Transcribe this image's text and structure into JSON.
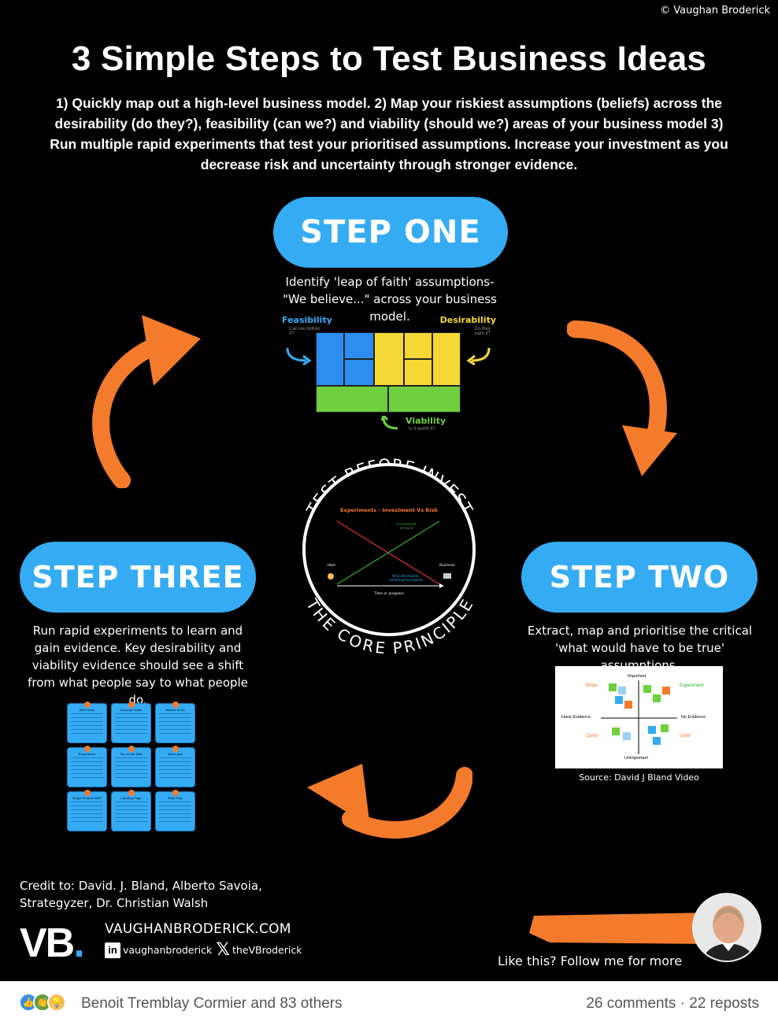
{
  "copyright": "© Vaughan Broderick",
  "title": "3 Simple Steps to Test Business Ideas",
  "subtitle": "1) Quickly map out a high-level business model. 2) Map your riskiest assumptions (beliefs) across the desirability (do they?), feasibility (can we?) and viability (should we?) areas of your business model 3) Run multiple rapid experiments that test your prioritised assumptions. Increase your investment as you decrease risk and uncertainty through stronger evidence.",
  "step_one": {
    "label": "STEP ONE",
    "desc": "Identify 'leap of faith' assumptions- \"We believe...\" across your business model.",
    "feasibility": "Feasibility",
    "feasibility_sub": "Can we deliver it?",
    "desirability": "Desirability",
    "desirability_sub": "Do they want it?",
    "viability": "Viability",
    "viability_sub": "Is it worth it?"
  },
  "circle": {
    "top_text": "TEST BEFORE INVEST",
    "bottom_text": "THE CORE PRINCIPLE",
    "chart_title": "Experiments - Investment Vs Risk",
    "investment_label": "Investment amount",
    "risk_label": "Risk decreases, certainty increases",
    "idea_label": "Idea",
    "business_label": "Business",
    "x_label": "Time or progress"
  },
  "step_three": {
    "label": "STEP THREE",
    "desc": "Run rapid experiments to learn and gain evidence. Key desirability and viability evidence should see a shift from what people say to what people do.",
    "cards": [
      "Interviews",
      "Concept Video",
      "Wizard of Oz",
      "Experiment",
      "Fly on the Wall",
      "Mash-ups",
      "Single Feature MVP",
      "Landing Page",
      "Role Play"
    ]
  },
  "step_two": {
    "label": "STEP TWO",
    "desc": "Extract, map and prioritise the critical 'what would have to be true' assumptions.",
    "matrix": {
      "important": "Important",
      "unimportant": "Unimportant",
      "have_evidence": "Have Evidence",
      "no_evidence": "No Evidence",
      "share": "Share",
      "experiment": "Experiment",
      "defer_left": "Defer",
      "defer_right": "Defer"
    },
    "source": "Source: David J Bland Video"
  },
  "credit": [
    "Credit to: David. J. Bland, Alberto Savoia,",
    "Strategyzer, Dr. Christian Walsh"
  ],
  "brand": {
    "logo": "VB",
    "logo_dot": ".",
    "website": "VAUGHANBRODERICK.COM",
    "linkedin_handle": "vaughanbroderick",
    "x_handle": "theVBroderick",
    "li_glyph": "in",
    "x_glyph": "𝕏"
  },
  "follow_text": "Like this? Follow me for more",
  "footer": {
    "reactors": "Benoit Tremblay Cormier and 83 others",
    "comments": "26 comments",
    "separator": "·",
    "reposts": "22 reposts"
  },
  "colors": {
    "accent_blue": "#35abf3",
    "arrow_orange": "#f47b2b",
    "background": "#000000"
  }
}
